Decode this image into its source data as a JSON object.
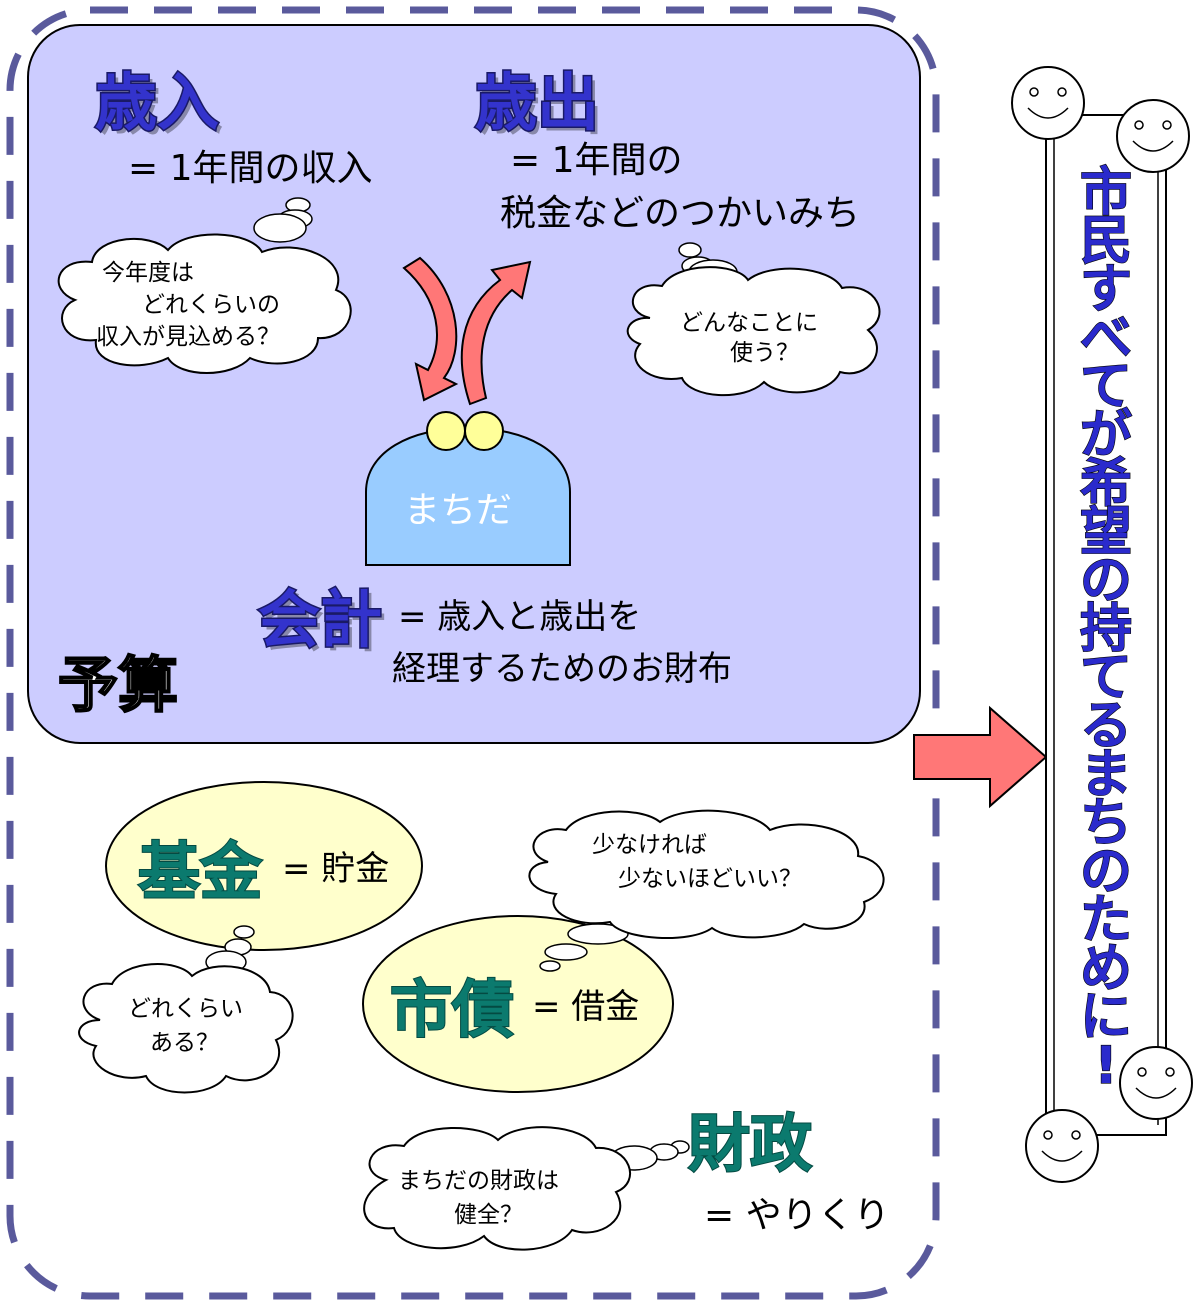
{
  "budget": {
    "title": "予算",
    "revenue": {
      "term": "歳入",
      "definition": "= 1年間の収入"
    },
    "expenditure": {
      "term": "歳出",
      "definition_line1": "= 1年間の",
      "definition_line2": "税金などのつかいみち"
    },
    "revenue_thought": {
      "line1": "今年度は",
      "line2": "どれくらいの",
      "line3": "収入が見込める？"
    },
    "expenditure_thought": {
      "line1": "どんなことに",
      "line2": "使う？"
    },
    "city_label": "まちだ",
    "accounting": {
      "term": "会計",
      "definition_line1": "= 歳入と歳出を",
      "definition_line2": "経理するためのお財布"
    }
  },
  "fund": {
    "term": "基金",
    "definition": "= 貯金",
    "thought_line1": "どれくらい",
    "thought_line2": "ある？"
  },
  "bond": {
    "term": "市債",
    "definition": "= 借金",
    "thought_line1": "少なければ",
    "thought_line2": "少ないほどいい？"
  },
  "finance": {
    "term": "財政",
    "definition": "= やりくり",
    "thought_line1": "まちだの財政は",
    "thought_line2": "健全？"
  },
  "goal": {
    "chars": [
      "市",
      "民",
      "す",
      "べ",
      "て",
      "が",
      "希",
      "望",
      "の",
      "持",
      "て",
      "る",
      "ま",
      "ち",
      "の",
      "た",
      "め",
      "に",
      "!"
    ]
  },
  "colors": {
    "budget_box": "#ccccff",
    "dashed_border": "#5a5a9c",
    "arrow": "#ff7777",
    "ellipse_fill": "#ffffcc",
    "city_fill": "#99ccff",
    "yellow_ball": "#ffff99"
  }
}
